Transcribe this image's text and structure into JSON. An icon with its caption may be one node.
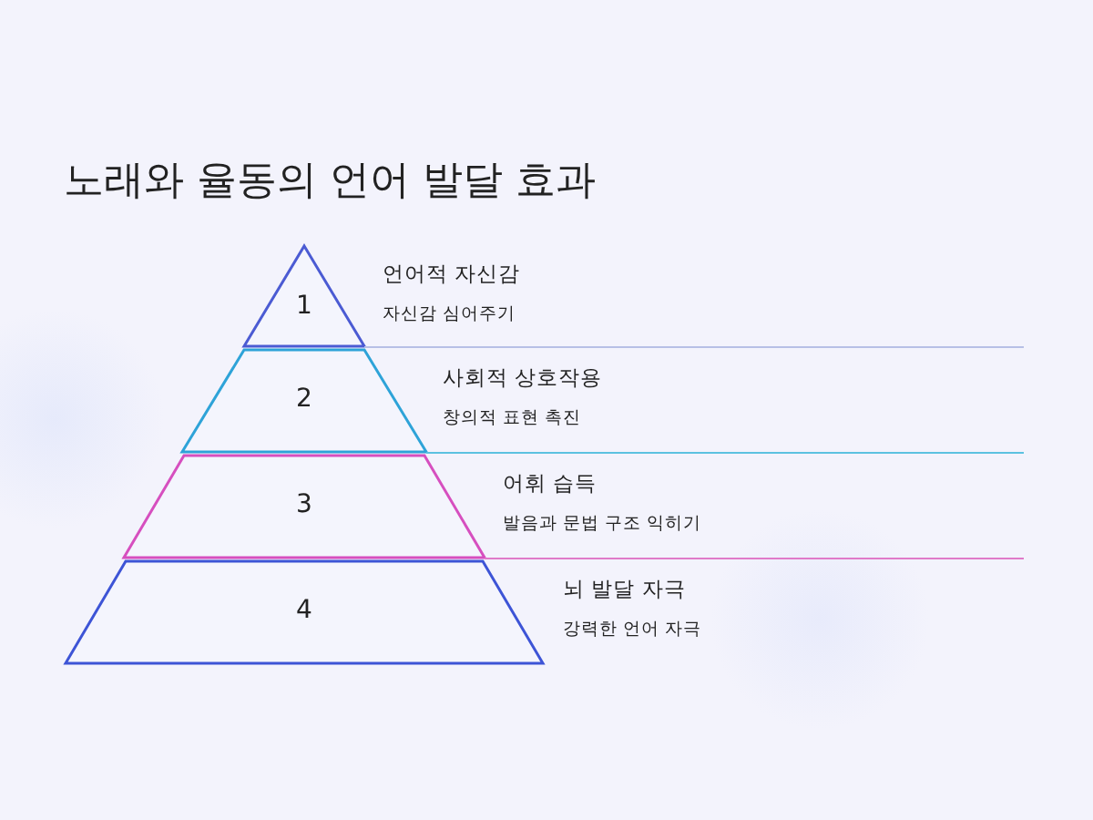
{
  "diagram": {
    "title": "노래와 율동의 언어 발달 효과",
    "nodes": [
      {
        "text": [
          "1"
        ],
        "beside": [
          "언어적 자신감",
          "자신감 심어주기"
        ]
      },
      {
        "text": [
          "2"
        ],
        "beside": [
          "사회적 상호작용",
          "창의적 표현 촉진"
        ]
      },
      {
        "text": [
          "3"
        ],
        "beside": [
          "어휘 습득",
          "발음과 문법 구조 익히기"
        ]
      },
      {
        "text": [
          "4"
        ],
        "beside": [
          "뇌 발달 자극",
          "강력한 언어 자극"
        ]
      }
    ]
  }
}
